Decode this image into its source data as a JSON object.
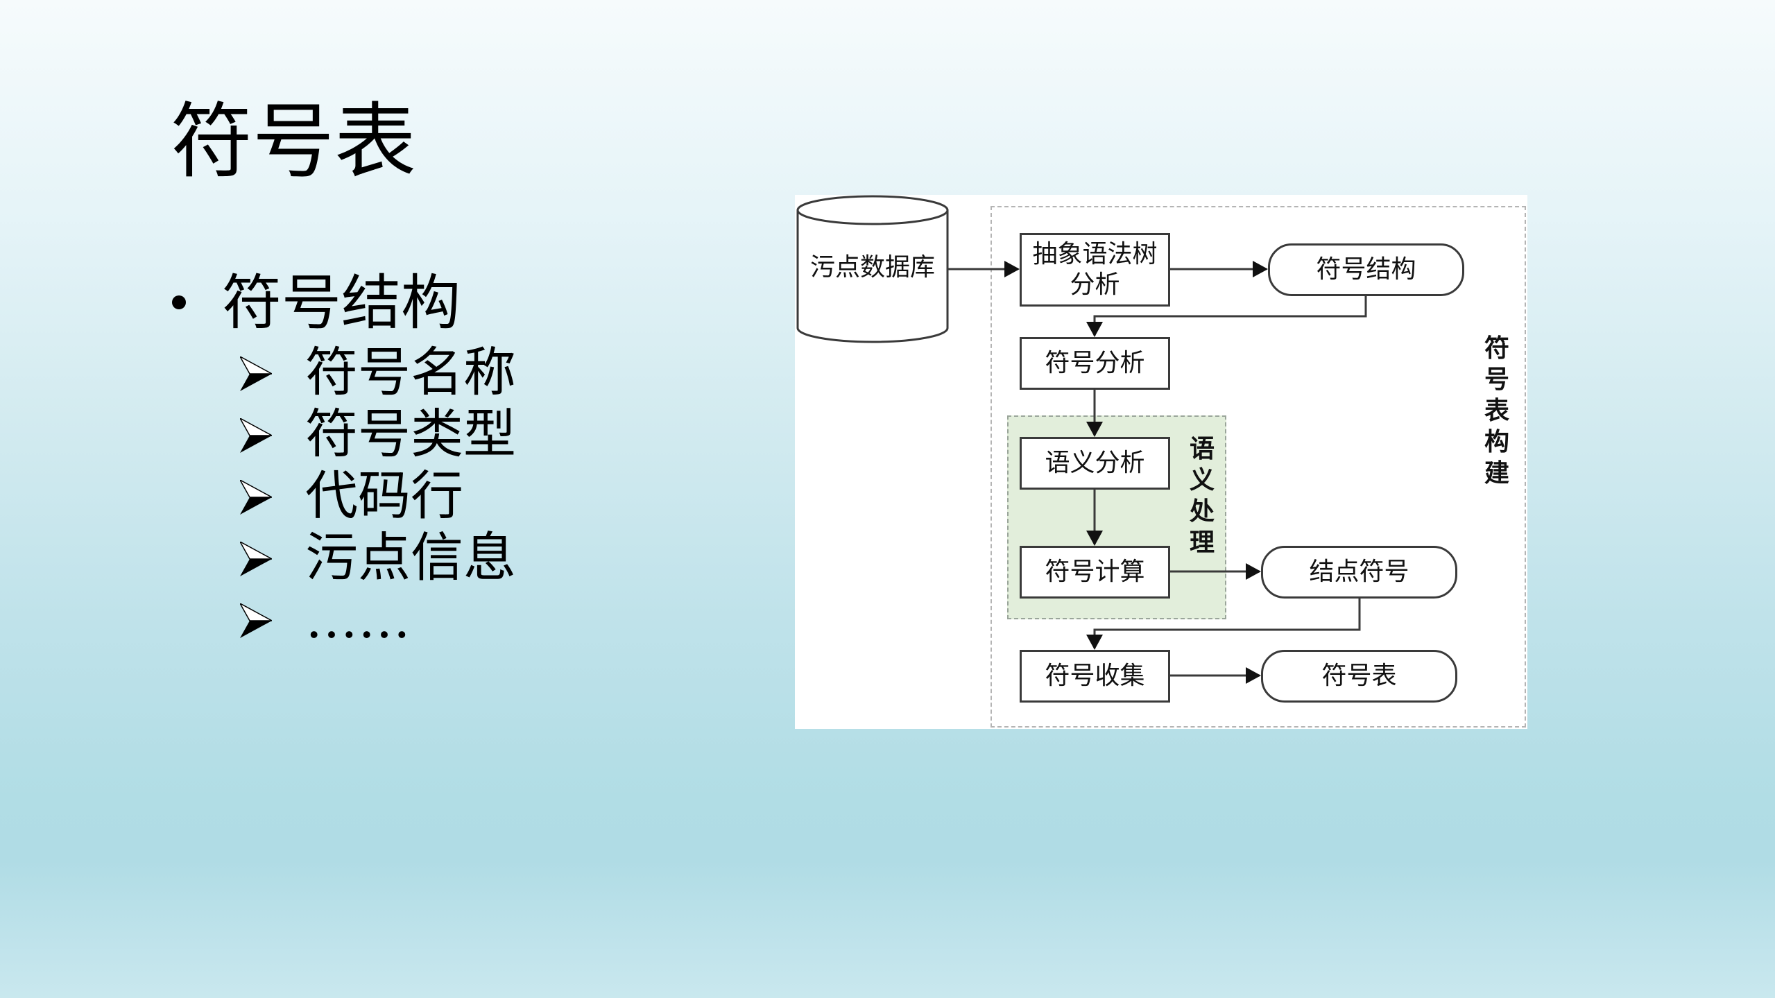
{
  "slide": {
    "title": "符号表",
    "bullets": [
      {
        "label": "符号结构",
        "bullet_icon": "round-bullet",
        "children": [
          {
            "label": "符号名称",
            "bullet_icon": "arrowhead-bullet"
          },
          {
            "label": "符号类型",
            "bullet_icon": "arrowhead-bullet"
          },
          {
            "label": "代码行",
            "bullet_icon": "arrowhead-bullet"
          },
          {
            "label": "污点信息",
            "bullet_icon": "arrowhead-bullet"
          },
          {
            "label": "……",
            "bullet_icon": "arrowhead-bullet"
          }
        ]
      }
    ]
  },
  "diagram": {
    "database": "污点数据库",
    "ast_analysis": "抽象语法树\n分析",
    "ast_line1": "抽象语法树",
    "ast_line2": "分析",
    "symbol_structure": "符号结构",
    "symbol_analysis": "符号分析",
    "semantic_analysis": "语义分析",
    "symbol_computation": "符号计算",
    "node_symbol": "结点符号",
    "symbol_collection": "符号收集",
    "symbol_table": "符号表",
    "group_semantic_processing": "语义处理",
    "group_symbol_table_construction": "符号表构建",
    "edges": [
      [
        "污点数据库",
        "抽象语法树分析"
      ],
      [
        "抽象语法树分析",
        "符号结构"
      ],
      [
        "符号结构",
        "符号分析"
      ],
      [
        "符号分析",
        "语义分析"
      ],
      [
        "语义分析",
        "符号计算"
      ],
      [
        "符号计算",
        "结点符号"
      ],
      [
        "结点符号",
        "符号收集"
      ],
      [
        "符号收集",
        "符号表"
      ]
    ],
    "colors": {
      "group_fill": "#e2eedb",
      "line": "#3a3a3a",
      "dashed_border": "#b4b4b4"
    }
  }
}
